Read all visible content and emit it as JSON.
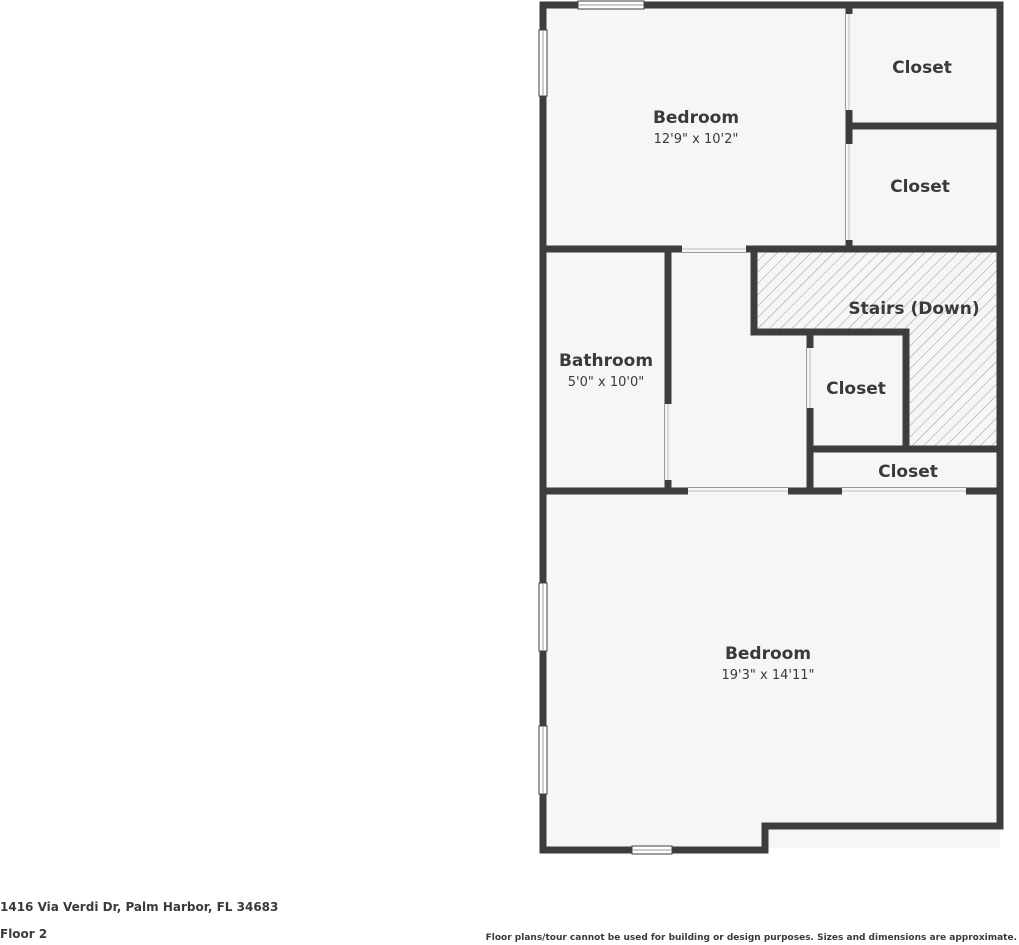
{
  "rooms": {
    "bedroom_top": {
      "name": "Bedroom",
      "dims": "12'9\" x 10'2\""
    },
    "closet_a": {
      "name": "Closet"
    },
    "closet_b": {
      "name": "Closet"
    },
    "stairs": {
      "name": "Stairs (Down)"
    },
    "bathroom": {
      "name": "Bathroom",
      "dims": "5'0\" x 10'0\""
    },
    "closet_c": {
      "name": "Closet"
    },
    "closet_d": {
      "name": "Closet"
    },
    "bedroom_bottom": {
      "name": "Bedroom",
      "dims": "19'3\" x 14'11\""
    }
  },
  "footer": {
    "address": "1416 Via Verdi Dr, Palm Harbor, FL 34683",
    "floor": "Floor 2",
    "disclaimer": "Floor plans/tour cannot be used for building or design purposes. Sizes and dimensions are approximate."
  },
  "colors": {
    "wall": "#3d3d3d",
    "floor": "#f6f6f6",
    "hatch": "#9a9a9a"
  }
}
